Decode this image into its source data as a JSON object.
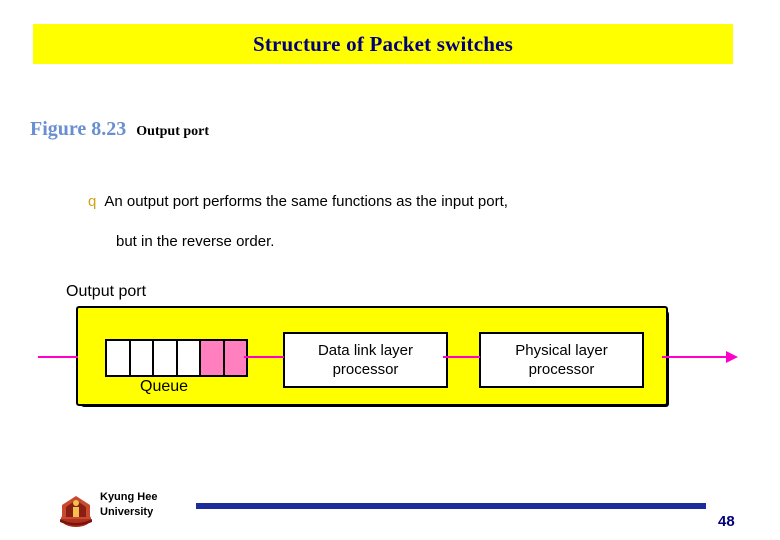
{
  "slide": {
    "title": "Structure of Packet switches",
    "figure": {
      "number": "Figure 8.23",
      "label": "Output port"
    },
    "bullet": {
      "marker": "q",
      "line1": "An output port performs the same functions as the input port,",
      "line2": "but in the reverse order."
    },
    "diagram": {
      "title": "Output port",
      "queue_label": "Queue",
      "queue_cells": [
        {
          "filled": false
        },
        {
          "filled": false
        },
        {
          "filled": false
        },
        {
          "filled": false
        },
        {
          "filled": true
        },
        {
          "filled": true
        }
      ],
      "blocks": [
        {
          "line1": "Data link layer",
          "line2": "processor"
        },
        {
          "line1": "Physical layer",
          "line2": "processor"
        }
      ],
      "colors": {
        "port_fill": "#ffff00",
        "link": "#ff00c8",
        "queue_filled": "#ff7fbf"
      }
    },
    "footer": {
      "university_line1": "Kyung Hee",
      "university_line2": "University",
      "page_number": "48",
      "rule_color": "#1b2d9b"
    },
    "colors": {
      "banner": "#ffff00",
      "title_text": "#00007a",
      "figure_number": "#6a8fd0",
      "bullet_marker": "#d4a017"
    }
  }
}
